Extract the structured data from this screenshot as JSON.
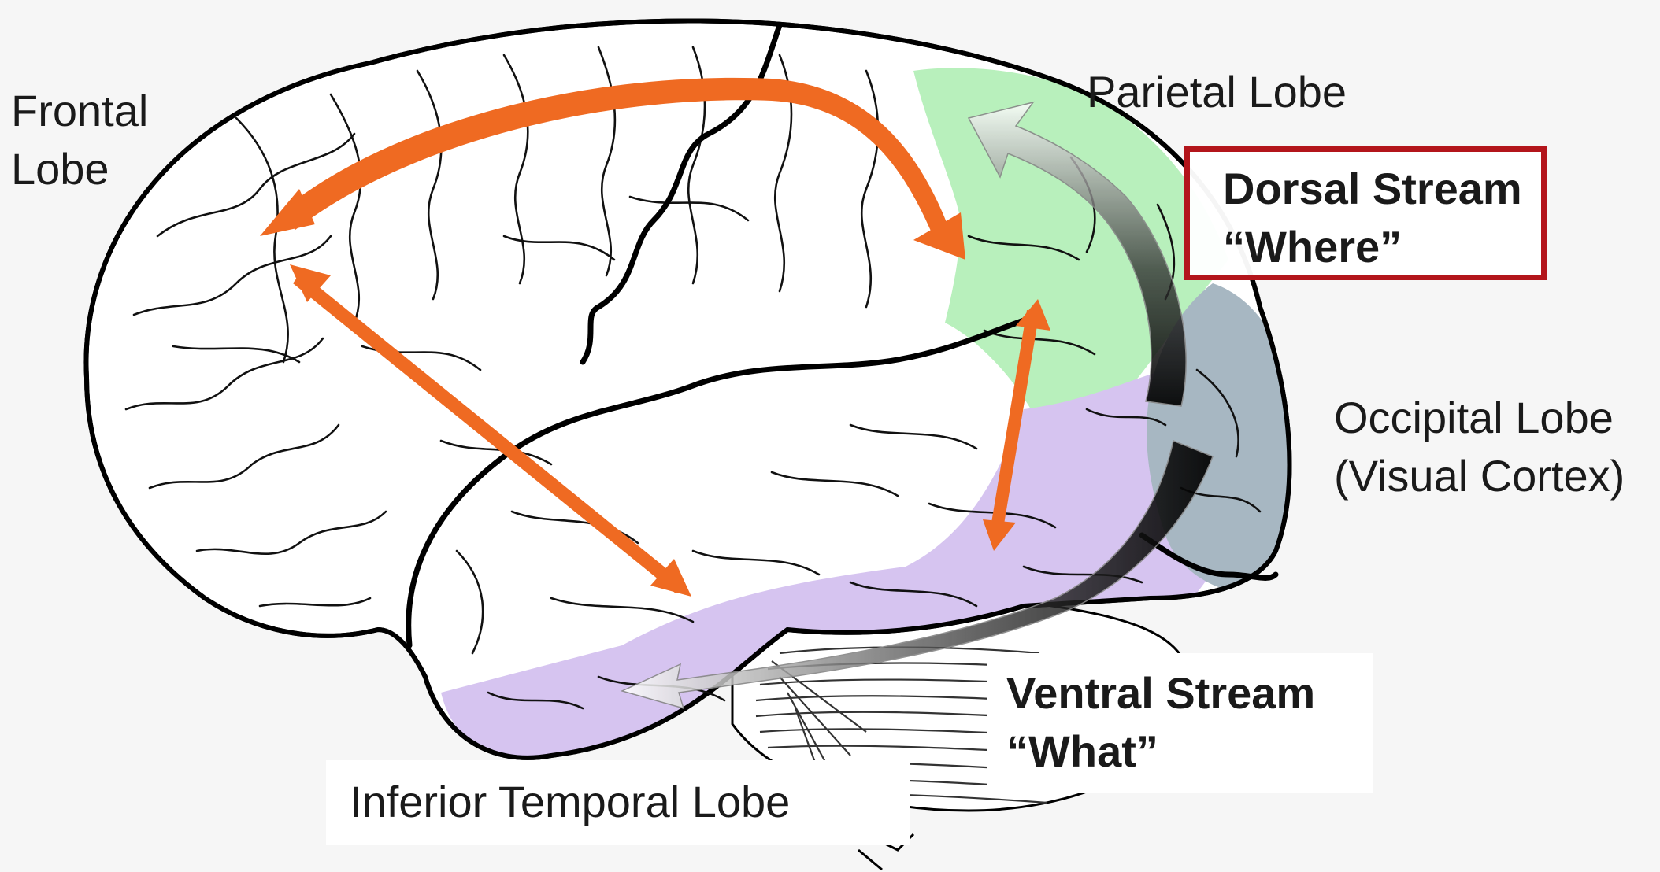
{
  "labels": {
    "frontal": [
      "Frontal",
      "Lobe"
    ],
    "parietal": "Parietal Lobe",
    "occipital": [
      "Occipital Lobe",
      "(Visual Cortex)"
    ],
    "dorsal": [
      "Dorsal Stream",
      "“Where”"
    ],
    "ventral": [
      "Ventral Stream",
      "“What”"
    ],
    "temporal": "Inferior Temporal Lobe"
  },
  "colors": {
    "background": "#f6f6f6",
    "brain_fill": "#ffffff",
    "outline": "#000000",
    "parietal_region": "#b8f0bc",
    "temporal_region": "#d6c4f0",
    "occipital_region": "#a7b7c2",
    "connection_arrows": "#ef6a22",
    "highlight_box": "#b3151b"
  },
  "icons": {
    "dorsal_stream_arrow": "gradient-arrow-up",
    "ventral_stream_arrow": "gradient-arrow-left"
  }
}
